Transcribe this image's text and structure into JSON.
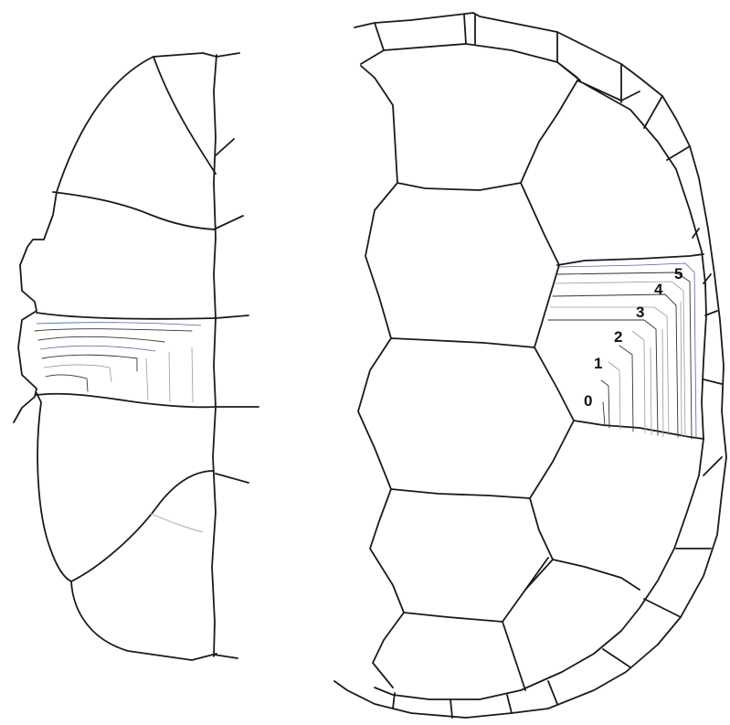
{
  "figure": {
    "growth_ring_labels": [
      "0",
      "1",
      "2",
      "3",
      "4",
      "5"
    ]
  }
}
